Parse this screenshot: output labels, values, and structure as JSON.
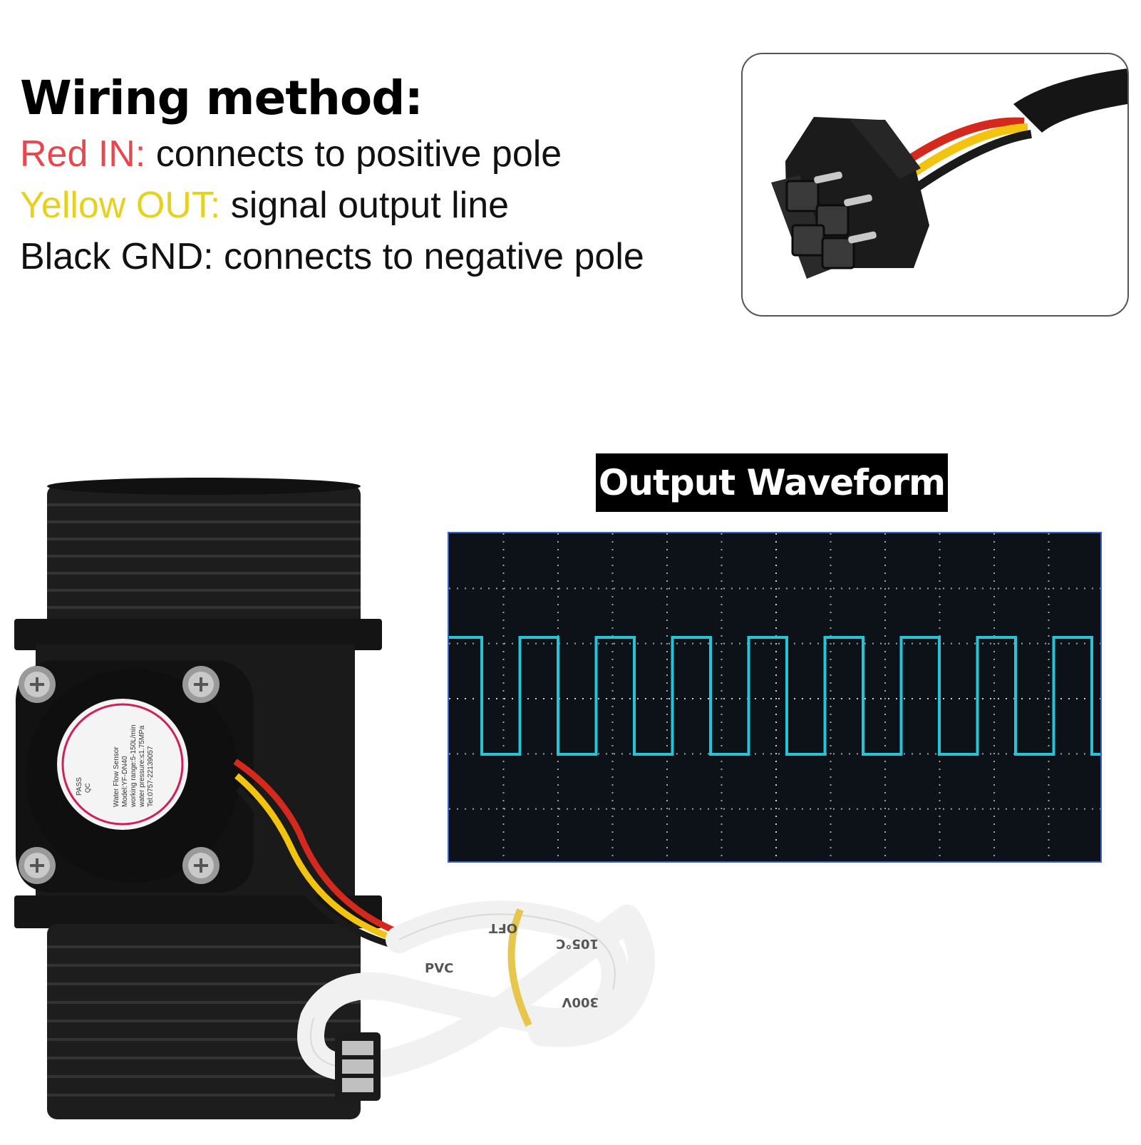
{
  "wiring": {
    "title": "Wiring method:",
    "lines": [
      {
        "label": "Red IN:",
        "text": " connects to positive pole",
        "color": "#e8474e"
      },
      {
        "label": "Yellow OUT:",
        "text": " signal output line",
        "color": "#e6d11f"
      },
      {
        "label": "Black GND:",
        "text": " connects to negative pole",
        "color": "#111111"
      }
    ]
  },
  "waveform": {
    "title": "Output Waveform",
    "trace_color": "#25c4d8"
  },
  "sensor_label": {
    "cert": [
      "PASS",
      "QC"
    ],
    "lines": [
      "Water Flow Sensor",
      "Model:YF-DN40",
      "working range:5-150L/min",
      "water pressure:≤1.75MPa",
      "Tel:0757-22139057"
    ]
  },
  "cable_print": [
    "PVC",
    "105°C",
    "300V",
    "OFT"
  ]
}
